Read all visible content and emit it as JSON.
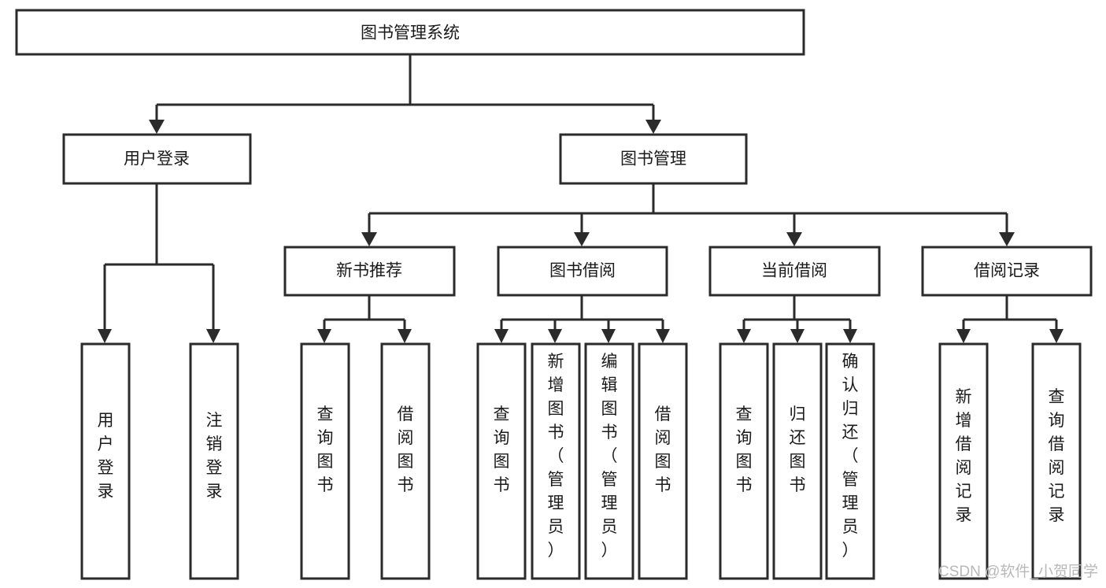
{
  "diagram": {
    "title": "图书管理系统",
    "watermark": "CSDN @软件_小贺同学",
    "colors": {
      "stroke": "#2b2b2b",
      "fill": "#ffffff",
      "text": "#1a1a1a",
      "watermark": "#b8b8b8",
      "background": "#ffffff"
    },
    "nodes": {
      "root": {
        "label": "图书管理系统"
      },
      "level2": [
        {
          "label": "用户登录"
        },
        {
          "label": "图书管理"
        }
      ],
      "level3": [
        {
          "label": "新书推荐"
        },
        {
          "label": "图书借阅"
        },
        {
          "label": "当前借阅"
        },
        {
          "label": "借阅记录"
        }
      ],
      "leaves_user_login": [
        {
          "label": "用户登录"
        },
        {
          "label": "注销登录"
        }
      ],
      "leaves_new_book": [
        {
          "label": "查询图书"
        },
        {
          "label": "借阅图书"
        }
      ],
      "leaves_borrow": [
        {
          "label": "查询图书"
        },
        {
          "label": "新增图书（管理员）"
        },
        {
          "label": "编辑图书（管理员）"
        },
        {
          "label": "借阅图书"
        }
      ],
      "leaves_current": [
        {
          "label": "查询图书"
        },
        {
          "label": "归还图书"
        },
        {
          "label": "确认归还（管理员）"
        }
      ],
      "leaves_records": [
        {
          "label": "新增借阅记录"
        },
        {
          "label": "查询借阅记录"
        }
      ]
    }
  }
}
